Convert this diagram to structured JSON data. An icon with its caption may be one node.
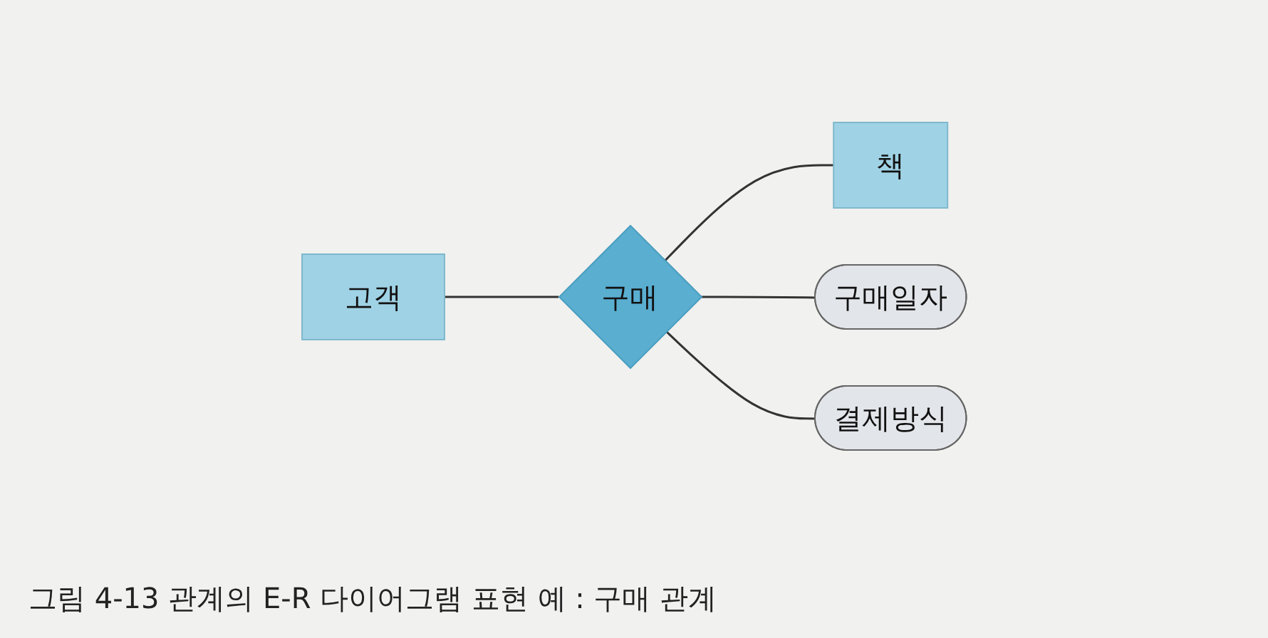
{
  "diagram": {
    "caption": "그림 4-13 관계의 E-R 다이어그램 표현 예 : 구매 관계",
    "nodes": [
      {
        "text": [
          "고객"
        ]
      },
      {
        "text": [
          "구매"
        ]
      },
      {
        "text": [
          "책"
        ]
      },
      {
        "text": [
          "구매일자"
        ]
      },
      {
        "text": [
          "결제방식"
        ]
      }
    ],
    "edges": [
      {
        "from": 0,
        "to": 1,
        "arrow": "none"
      },
      {
        "from": 1,
        "to": 2,
        "arrow": "none"
      },
      {
        "from": 1,
        "to": 3,
        "arrow": "none"
      },
      {
        "from": 1,
        "to": 4,
        "arrow": "none"
      }
    ]
  }
}
